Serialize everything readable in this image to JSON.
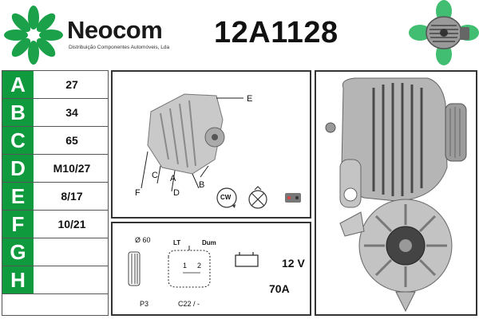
{
  "header": {
    "brand_name": "Neocom",
    "brand_tagline": "Distribuição Componentes Automóveis, Lda",
    "part_number": "12A1128",
    "logo_icon": "green-flower-logo-icon",
    "accent_color": "#0f9a3e"
  },
  "spec_rows": [
    {
      "letter": "A",
      "value": "27"
    },
    {
      "letter": "B",
      "value": "34"
    },
    {
      "letter": "C",
      "value": "65"
    },
    {
      "letter": "D",
      "value": "M10/27"
    },
    {
      "letter": "E",
      "value": "8/17"
    },
    {
      "letter": "F",
      "value": "10/21"
    },
    {
      "letter": "G",
      "value": ""
    },
    {
      "letter": "H",
      "value": ""
    }
  ],
  "diagram": {
    "labels": {
      "e": "E",
      "c": "C",
      "a": "A",
      "f": "F",
      "d": "D",
      "b": "B"
    },
    "rotation": "CW"
  },
  "connection": {
    "pulley_diameter": "Ø 60",
    "pulley_type": "P3",
    "plug_pin_lt": "LT",
    "plug_pin_dum": "Dum",
    "plug_pin_1": "1",
    "plug_pin_2": "2",
    "plug_code": "C22 / -",
    "voltage": "12 V",
    "amperage": "70A"
  }
}
